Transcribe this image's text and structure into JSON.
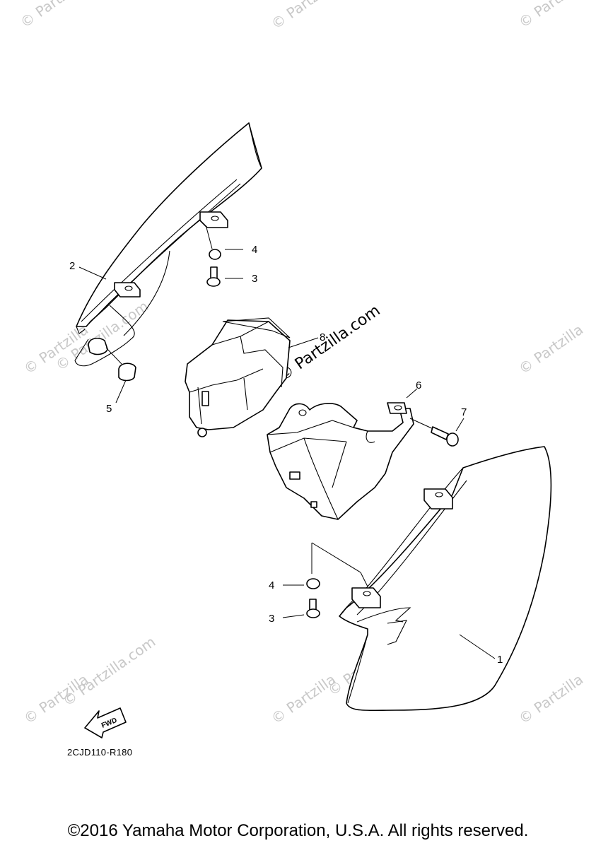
{
  "watermark": "© Partzilla",
  "watermark_center": "© Partzilla.com",
  "watermark_side": "© Partzilla.com",
  "callouts": {
    "p1": "1",
    "p2": "2",
    "p3_upper": "3",
    "p4_upper": "4",
    "p5": "5",
    "p6": "6",
    "p7": "7",
    "p8": "8",
    "p3_lower": "3",
    "p4_lower": "4"
  },
  "fwd_label": "FWD",
  "ref_code": "2CJD110-R180",
  "copyright": "©2016 Yamaha Motor Corporation, U.S.A. All rights reserved."
}
